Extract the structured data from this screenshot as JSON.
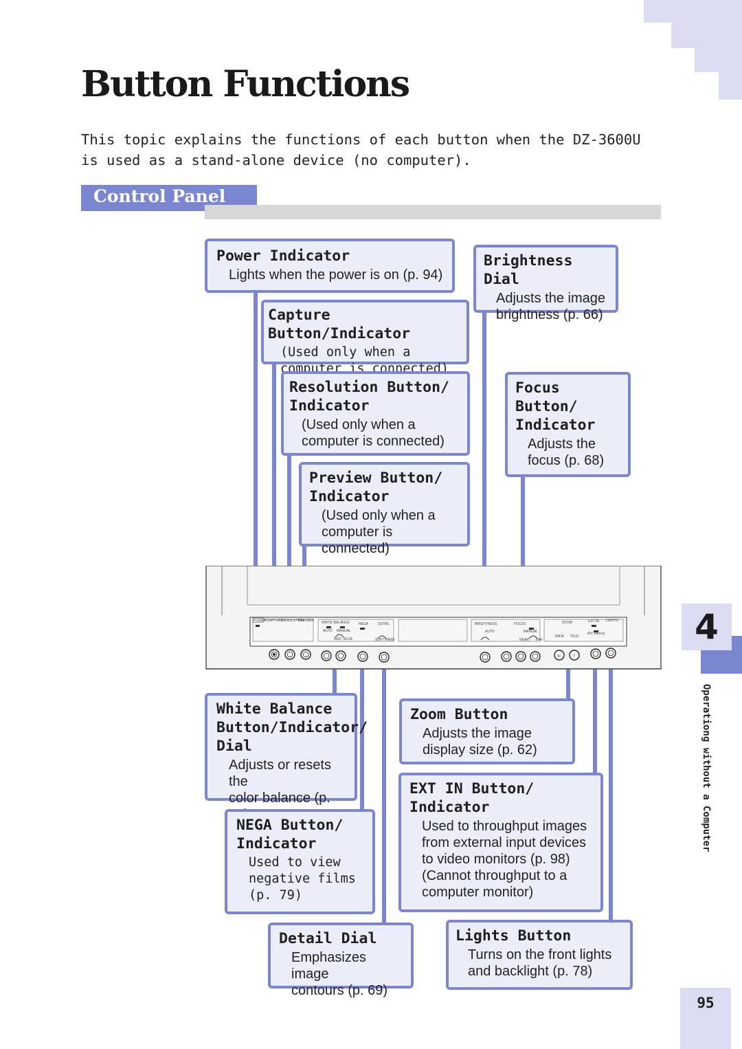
{
  "page": {
    "title": "Button Functions",
    "intro": "This topic explains the functions of each button when the DZ-3600U is used as a stand-alone device (no computer).",
    "section": "Control Panel",
    "chapter_number": "4",
    "side_label": "Operationg without a Computer",
    "page_number": "95"
  },
  "callouts": {
    "power": {
      "title": "Power Indicator",
      "desc": "Lights when the power is on (p. 94)"
    },
    "capture": {
      "title": "Capture Button/Indicator",
      "desc": "(Used only when a\ncomputer is connected)"
    },
    "resolution": {
      "title": "Resolution Button/\nIndicator",
      "desc": "(Used only when a\ncomputer is connected)"
    },
    "preview": {
      "title": "Preview Button/\nIndicator",
      "desc": "(Used only when a\ncomputer is connected)"
    },
    "brightness": {
      "title": "Brightness Dial",
      "desc": "Adjusts the image\nbrightness (p. 66)"
    },
    "focus": {
      "title": "Focus\nButton/\nIndicator",
      "desc": "Adjusts the\nfocus (p. 68)"
    },
    "white_balance": {
      "title": "White Balance\nButton/Indicator/\nDial",
      "desc": "Adjusts or resets the\ncolor balance (p. 71)"
    },
    "nega": {
      "title": "NEGA Button/\nIndicator",
      "desc": "Used to view\nnegative films\n(p. 79)"
    },
    "detail": {
      "title": "Detail Dial",
      "desc": "Emphasizes image\ncontours (p. 69)"
    },
    "zoom": {
      "title": "Zoom Button",
      "desc": "Adjusts the image\ndisplay size (p. 62)"
    },
    "ext_in": {
      "title": "EXT IN Button/\nIndicator",
      "desc": "Used to throughput images\nfrom external input devices\nto video monitors (p. 98)\n(Cannot throughput to a\ncomputer monitor)"
    },
    "lights": {
      "title": "Lights Button",
      "desc": "Turns on the front lights\nand backlight (p. 78)"
    }
  },
  "panel_labels": {
    "power": "POWER",
    "capture": "CAPTURE",
    "resolution": "RESOLUTION",
    "preview": "PREVIEW",
    "white_balance": "WHITE BALANCE",
    "wb_auto": "AUTO",
    "wb_manual": "MANUAL",
    "wb_red": "RED",
    "wb_blue": "BLUE",
    "nega": "NEGA",
    "detail": "DETAIL",
    "detail_soft": "SOFT",
    "detail_hard": "HARD",
    "brightness": "BRIGHTNESS",
    "focus": "FOCUS",
    "focus_auto": "AUTO",
    "focus_manual": "MANUAL",
    "focus_near": "NEAR",
    "focus_far": "FAR",
    "zoom": "ZOOM",
    "zoom_wide": "WIDE",
    "zoom_tele": "TELE",
    "ext_in": "EXT IN",
    "ext_sub": "A/V (Mono)",
    "lights": "LIGHTS",
    "zoom_w": "W",
    "zoom_t": "T"
  },
  "colors": {
    "accent": "#7a86cf",
    "box_fill": "#ebedf8",
    "deco": "#dadcf2"
  }
}
